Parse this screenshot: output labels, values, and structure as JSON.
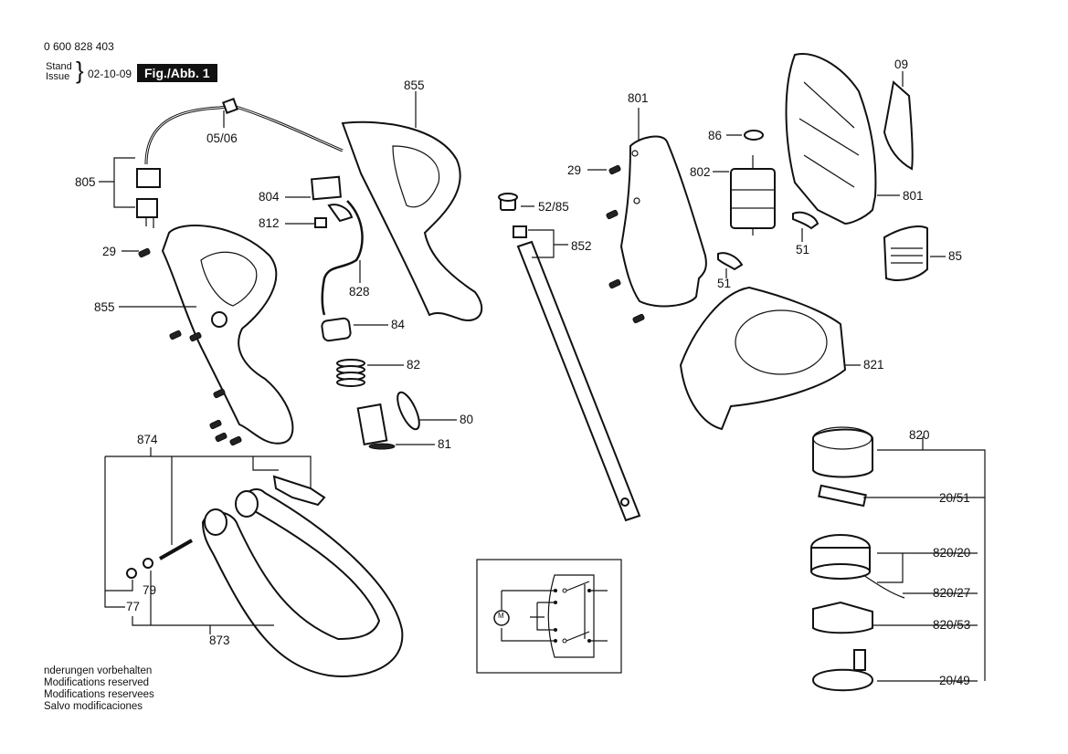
{
  "header": {
    "part_number": "0 600 828 403",
    "stand_label": "Stand",
    "issue_label": "Issue",
    "date": "02-10-09",
    "figure_label": "Fig./Abb. 1"
  },
  "footer_notes": [
    "nderungen vorbehalten",
    "Modifications reserved",
    "Modifications reservees",
    "Salvo modificaciones"
  ],
  "callouts": {
    "c805": "805",
    "c0506": "05/06",
    "c29a": "29",
    "c855a": "855",
    "c855b": "855",
    "c804": "804",
    "c812": "812",
    "c828": "828",
    "c84": "84",
    "c82": "82",
    "c80": "80",
    "c81": "81",
    "c874": "874",
    "c79": "79",
    "c77": "77",
    "c873": "873",
    "c801a": "801",
    "c29b": "29",
    "c5285": "52/85",
    "c852": "852",
    "c86": "86",
    "c802": "802",
    "c09": "09",
    "c801b": "801",
    "c51a": "51",
    "c51b": "51",
    "c85": "85",
    "c821": "821",
    "c820": "820",
    "c2051": "20/51",
    "c82020": "820/20",
    "c82027": "820/27",
    "c82053": "820/53",
    "c2049": "20/49"
  },
  "schematic": {
    "motor_symbol": "M"
  }
}
